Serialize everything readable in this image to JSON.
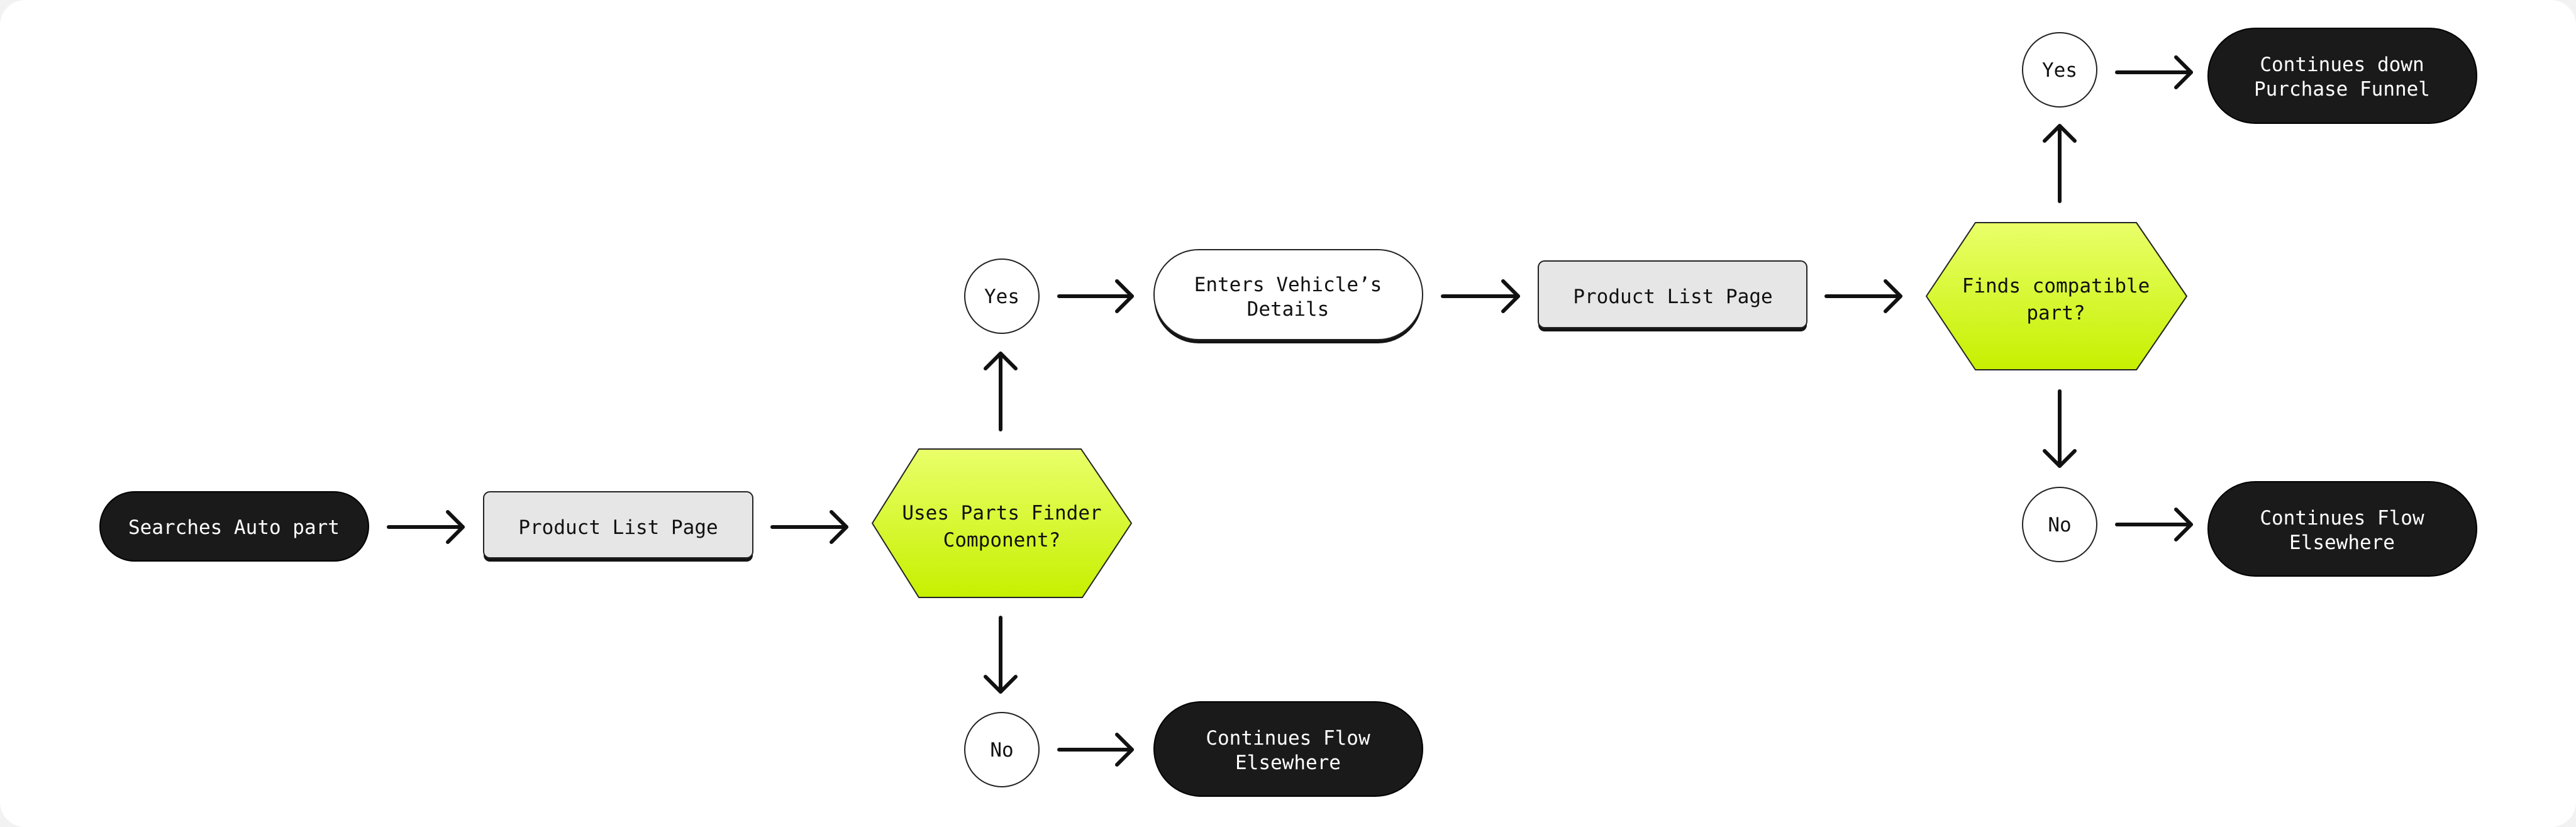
{
  "diagram": {
    "nodes": {
      "start": {
        "lines": [
          "Searches Auto part"
        ]
      },
      "plp1": {
        "lines": [
          "Product List Page"
        ]
      },
      "decision1": {
        "lines": [
          "Uses Parts Finder",
          "Component?"
        ]
      },
      "yes1": {
        "lines": [
          "Yes"
        ]
      },
      "no1": {
        "lines": [
          "No"
        ]
      },
      "vehicle": {
        "lines": [
          "Enters Vehicle’s",
          "Details"
        ]
      },
      "elsewhere1": {
        "lines": [
          "Continues Flow",
          "Elsewhere"
        ]
      },
      "plp2": {
        "lines": [
          "Product List Page"
        ]
      },
      "decision2": {
        "lines": [
          "Finds compatible",
          "part?"
        ]
      },
      "yes2": {
        "lines": [
          "Yes"
        ]
      },
      "no2": {
        "lines": [
          "No"
        ]
      },
      "funnel": {
        "lines": [
          "Continues down",
          "Purchase Funnel"
        ]
      },
      "elsewhere2": {
        "lines": [
          "Continues Flow",
          "Elsewhere"
        ]
      }
    },
    "colors": {
      "terminal_fill": "#1a1a1a",
      "process_fill": "#e6e6e6",
      "decision_fill_top": "#eaff6a",
      "decision_fill_bottom": "#c6f000",
      "line": "#111111"
    }
  }
}
